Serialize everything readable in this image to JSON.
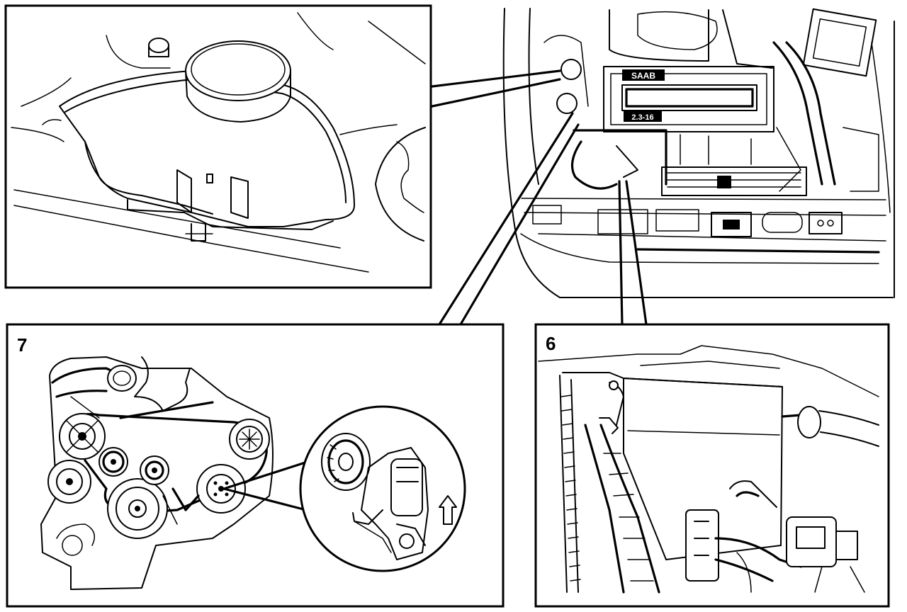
{
  "callouts": {
    "belt": "7",
    "reservoir": "6"
  },
  "engine_badges": {
    "brand": "SAAB",
    "engine_code": "2.3-16"
  }
}
